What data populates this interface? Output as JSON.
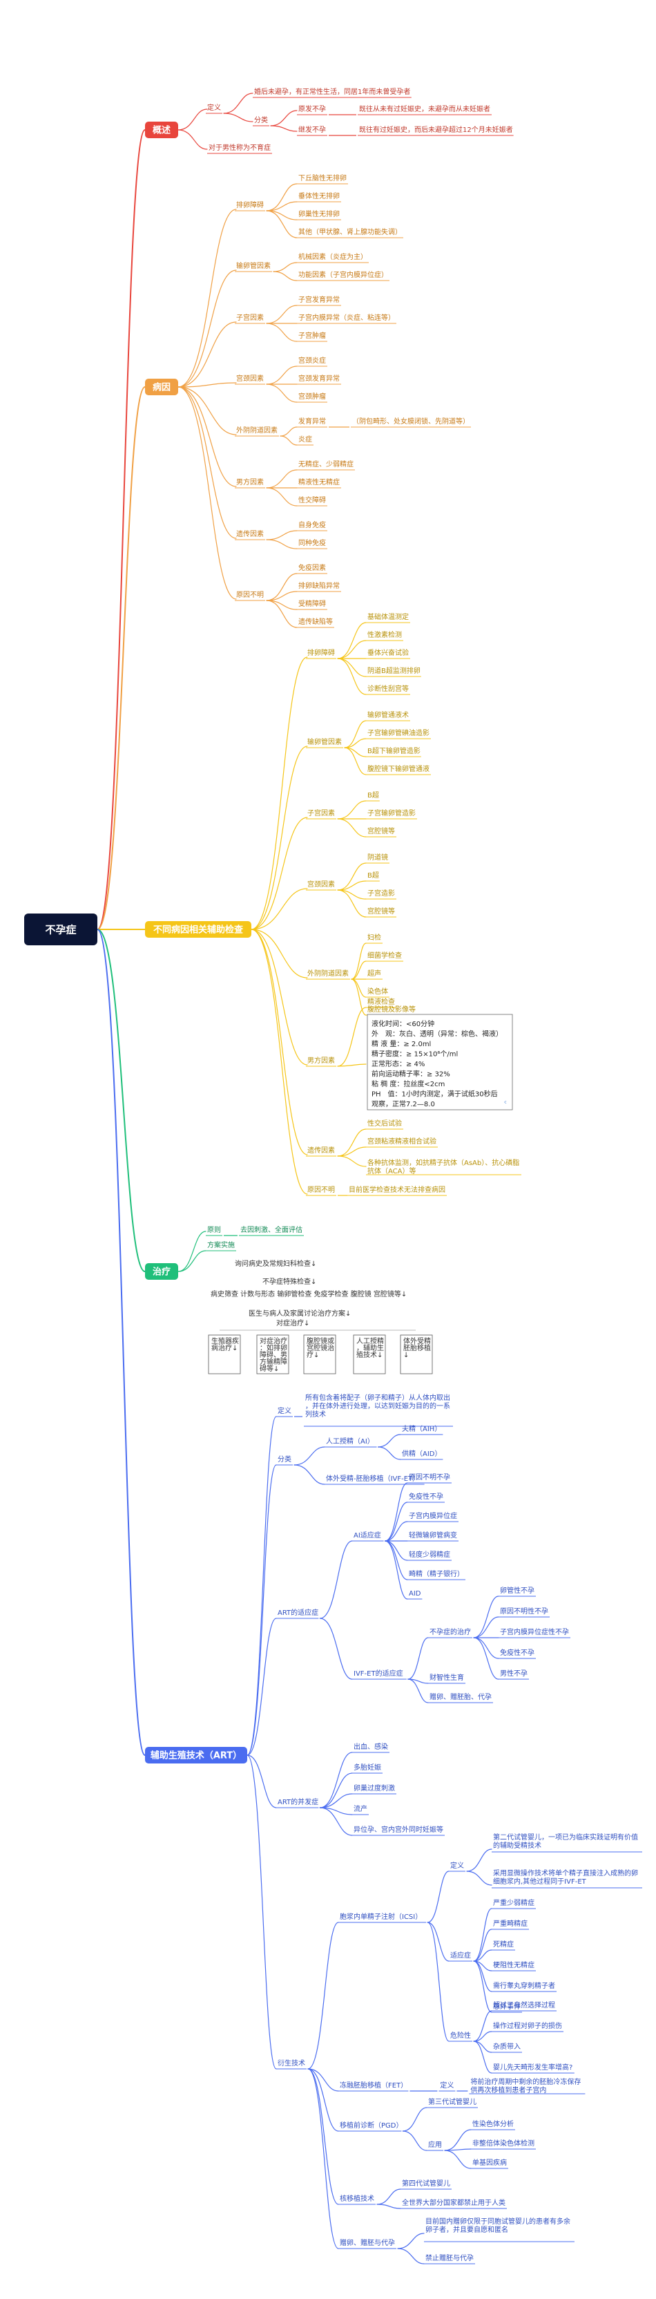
{
  "root": {
    "label": "不孕症"
  },
  "colors": {
    "root_bg": "#0b1535",
    "gaishu": "#e8453c",
    "bingyin": "#f0a044",
    "jiancha": "#f5c518",
    "zhiliao": "#1fbf7a",
    "art": "#4a6cf0",
    "gaishu_text": "#c0392b",
    "bingyin_text": "#c77a16",
    "jiancha_text": "#b8920a",
    "zhiliao_text": "#128a55",
    "art_text": "#2f4fc0"
  },
  "branches": {
    "gaishu": {
      "label": "概述",
      "def": {
        "label": "定义",
        "desc": "婚后未避孕，有正常性生活，同居1年而未曾受孕者",
        "cls": {
          "label": "分类",
          "primary": {
            "label": "原发不孕",
            "desc": "既往从未有过妊娠史，未避孕而从未妊娠者"
          },
          "secondary": {
            "label": "继发不孕",
            "desc": "既往有过妊娠史，而后未避孕超过12个月未妊娠者"
          }
        }
      },
      "male": "对于男性称为不育症"
    },
    "bingyin": {
      "label": "病因",
      "groups": [
        {
          "label": "排卵障碍",
          "items": [
            "下丘脑性无排卵",
            "垂体性无排卵",
            "卵巢性无排卵",
            "其他（甲状腺、肾上腺功能失调）"
          ]
        },
        {
          "label": "输卵管因素",
          "items": [
            "机械因素（炎症为主）",
            "功能因素（子宫内膜异位症）"
          ]
        },
        {
          "label": "子宫因素",
          "items": [
            "子宫发育异常",
            "子宫内膜异常（炎症、粘连等）",
            "子宫肿瘤"
          ]
        },
        {
          "label": "宫颈因素",
          "items": [
            "宫颈炎症",
            "宫颈发育异常",
            "宫颈肿瘤"
          ]
        },
        {
          "label": "外阴阴道因素",
          "items": [
            "发育异常",
            "炎症"
          ],
          "note": "（阴包畸形、处女膜闭锁、先阴道等）"
        },
        {
          "label": "男方因素",
          "items": [
            "无精症、少弱精症",
            "精液性无精症",
            "性交障碍"
          ]
        },
        {
          "label": "遗传因素",
          "items": [
            "自身免疫",
            "同种免疫"
          ]
        },
        {
          "label": "原因不明",
          "items": [
            "免疫因素",
            "排卵缺陷异常",
            "受精障碍",
            "遗传缺陷等"
          ]
        }
      ]
    },
    "jiancha": {
      "label": "不同病因相关辅助检查",
      "groups": [
        {
          "label": "排卵障碍",
          "items": [
            "基础体温测定",
            "性激素检测",
            "垂体兴奋试验",
            "阴道B超监测排卵",
            "诊断性刮宫等"
          ]
        },
        {
          "label": "输卵管因素",
          "items": [
            "输卵管通液术",
            "子宫输卵管碘油造影",
            "B超下输卵管造影",
            "腹腔镜下输卵管通液"
          ]
        },
        {
          "label": "子宫因素",
          "items": [
            "B超",
            "子宫输卵管造影",
            "宫腔镜等"
          ]
        },
        {
          "label": "宫颈因素",
          "items": [
            "阴道镜",
            "B超",
            "子宫造影",
            "宫腔镜等"
          ]
        },
        {
          "label": "外阴阴道因素",
          "items": [
            "妇检",
            "细菌学检查",
            "超声",
            "染色体",
            "腹腔镜及影像等"
          ]
        }
      ],
      "male": {
        "label": "男方因素",
        "title": "精液检查",
        "rows": [
          "液化时间：<60分钟",
          "外　观：灰白、透明（异常：棕色、褐液）",
          "精 液 量：≥ 2.0ml",
          "精子密度：≥ 15×10⁶个/ml",
          "正常形态：≥ 4%",
          "前向运动精子率：≥ 32%",
          "粘 稠 度：拉丝度<2cm",
          "PH　值：1小时内测定，满于试纸30秒后",
          "观察，正常7.2—8.0"
        ],
        "corner": "ᶜ"
      },
      "yichuan": {
        "label": "遗传因素",
        "items": [
          "性交后试验",
          "宫颈粘液精液相合试验",
          "各种抗体监测，如抗精子抗体（AsAb）、抗心磷脂抗体（ACA）等"
        ]
      },
      "unknown": {
        "label": "原因不明",
        "items": [
          "目前医学检查技术无法排查病因"
        ]
      }
    },
    "zhiliao": {
      "label": "治疗",
      "principle": {
        "label": "原则",
        "desc": "去因刺激、全面评估"
      },
      "plan": "方案实施",
      "flow": {
        "step1": "询问病史及常规妇科检查↓",
        "step2": "不孕症特殊检查↓",
        "step3": "病史筛查 计数与形态 输卵管检查 免疫学检查 腹腔镜 宫腔镜等↓",
        "step4": "医生与病人及家属讨论治疗方案↓",
        "step5": "对症治疗↓",
        "boxes": [
          "生殖器疾病治疗↓",
          "对症治疗：如排卵障碍、男方输精障碍等↓",
          "腹腔镜或宫腔镜治疗↓",
          "人工授精，辅助生殖技术↓",
          "体外受精胚胎移植↓"
        ]
      }
    },
    "art": {
      "label": "辅助生殖技术（ART）",
      "def": {
        "label": "定义",
        "desc": "所有包含着将配子（卵子和精子）从人体内取出，并在体外进行处理，以达到妊娠为目的的一系列技术"
      },
      "cls": {
        "label": "分类",
        "ai": {
          "label": "人工授精（AI）",
          "items": [
            "夫精（AIH）",
            "供精（AID）"
          ]
        },
        "ivf": "体外受精-胚胎移植（IVF-ET）"
      },
      "indication": {
        "label": "ART的适应症",
        "ai": {
          "label": "AI适应症",
          "items": [
            "原因不明不孕",
            "免疫性不孕",
            "子宫内膜异位症",
            "轻微输卵管病变",
            "轻度少弱精症",
            "畸精（精子银行）",
            "AID"
          ]
        },
        "ivf": {
          "label": "IVF-ET的适应症",
          "sub": {
            "label": "不孕症的治疗",
            "items": [
              "卵管性不孕",
              "原因不明性不孕",
              "子宫内膜异位症性不孕",
              "免疫性不孕",
              "男性不孕"
            ]
          },
          "items": [
            "财智性生育",
            "赠卵、赠胚胎、代孕"
          ]
        }
      },
      "complications": {
        "label": "ART的并发症",
        "items": [
          "出血、感染",
          "多胎妊娠",
          "卵巢过度刺激",
          "流产",
          "异位孕、宫内宫外同时妊娠等"
        ]
      },
      "derived": {
        "label": "衍生技术",
        "icsi": {
          "label": "胞浆内单精子注射（ICSI）",
          "def": {
            "label": "定义",
            "items": [
              "第二代试管婴儿，一项已为临床实践证明有价值的辅助受精技术",
              "采用显微操作技术将单个精子直接注入成熟的卵细胞浆内,其他过程同于IVF-ET"
            ]
          },
          "ind": {
            "label": "适应症",
            "items": [
              "严重少弱精症",
              "严重畸精症",
              "死精症",
              "梗阻性无精症",
              "需行睾丸穿刺精子者",
              "意外事件"
            ]
          },
          "safety": {
            "label": "危险性",
            "items": [
              "超过了自然选择过程",
              "操作过程对卵子的损伤",
              "杂质带入",
              "婴儿先天畸形发生率增高?"
            ]
          }
        },
        "fet": {
          "label": "冻融胚胎移植（FET）",
          "def": "定义",
          "desc": "将前治疗周期中剩余的胚胎冷冻保存供再次移植到患者子宫内"
        },
        "pgd": {
          "label": "移植前诊断（PGD）",
          "gen": "第三代试管婴儿",
          "app": {
            "label": "应用",
            "items": [
              "性染色体分析",
              "非整倍体染色体检测",
              "单基因疾病"
            ]
          }
        },
        "nt": {
          "label": "核移植技术",
          "items": [
            "第四代试管婴儿",
            "全世界大部分国家都禁止用于人类"
          ]
        },
        "donor": {
          "label": "赠卵、赠胚与代孕",
          "items": [
            "目前国内赠卵仅限于同胞试管婴儿的患者有多余卵子者，并且要自愿和匿名",
            "禁止赠胚与代孕"
          ]
        }
      }
    }
  }
}
